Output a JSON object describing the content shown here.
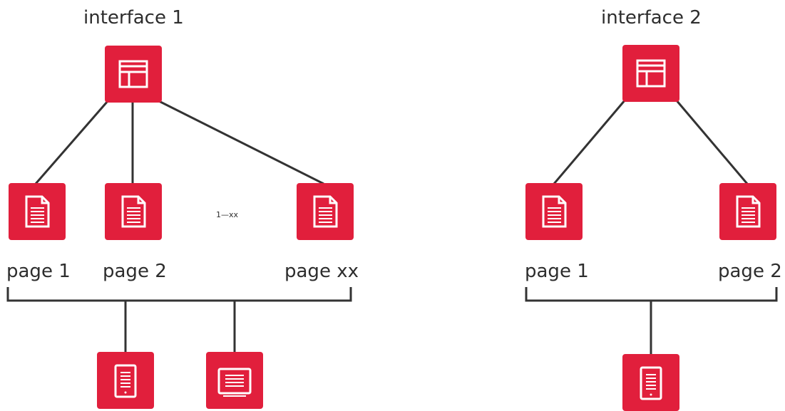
{
  "colors": {
    "node": "#e11f3c",
    "line": "#333333",
    "text": "#2d2d2d"
  },
  "left": {
    "title": "interface 1",
    "range_label": "1—xx",
    "pages": [
      "page 1",
      "page 2",
      "page xx"
    ],
    "interface_icon": "window-layout-icon",
    "page_icon": "document-icon",
    "devices": [
      "tablet-icon",
      "monitor-icon"
    ]
  },
  "right": {
    "title": "interface 2",
    "pages": [
      "page 1",
      "page 2"
    ],
    "interface_icon": "window-layout-icon",
    "page_icon": "document-icon",
    "devices": [
      "tablet-icon"
    ]
  }
}
